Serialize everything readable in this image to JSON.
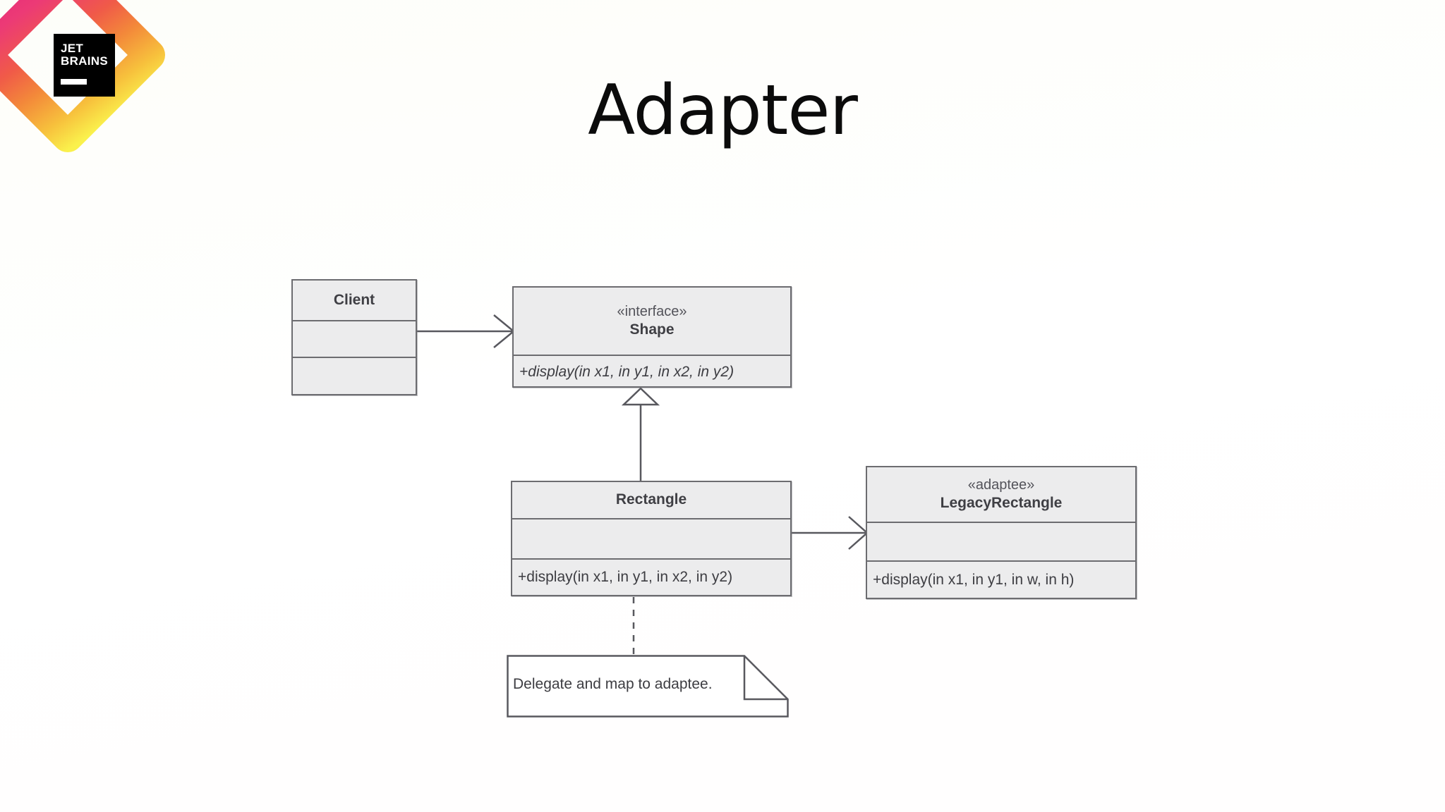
{
  "slide": {
    "title": "Adapter",
    "background_color": "#fffffd"
  },
  "brand": {
    "name": "JetBrains",
    "wordmark_line1": "JET",
    "wordmark_line2": "BRAINS",
    "gradient": {
      "pink": "#EC2D78",
      "magenta": "#E8318A",
      "orange": "#F06A35",
      "amber": "#F6A game",
      "yellow": "#F9F14B"
    }
  },
  "diagram": {
    "type": "uml-class-diagram",
    "classes": [
      {
        "id": "client",
        "name": "Client",
        "stereotype": "",
        "compartments": [
          "Client",
          "",
          ""
        ]
      },
      {
        "id": "shape",
        "name": "Shape",
        "stereotype": "«interface»",
        "operations": [
          "+display(in x1, in y1, in x2, in y2)"
        ]
      },
      {
        "id": "rectangle",
        "name": "Rectangle",
        "stereotype": "",
        "operations": [
          "+display(in x1, in y1, in x2, in y2)"
        ]
      },
      {
        "id": "legacyrectangle",
        "name": "LegacyRectangle",
        "stereotype": "«adaptee»",
        "operations": [
          "+display(in x1, in y1, in w, in h)"
        ]
      }
    ],
    "note": {
      "text": "Delegate and map to adaptee."
    },
    "relations": [
      {
        "from": "client",
        "to": "shape",
        "kind": "association-open-arrow"
      },
      {
        "from": "rectangle",
        "to": "shape",
        "kind": "realization-hollow-triangle"
      },
      {
        "from": "rectangle",
        "to": "legacyrectangle",
        "kind": "association-open-arrow"
      },
      {
        "from": "rectangle",
        "to": "note",
        "kind": "note-anchor-dashed"
      }
    ],
    "colors": {
      "class_fill": "#ececed",
      "class_border": "#6c6c70",
      "note_fill": "#ffffff",
      "line": "#58585e",
      "text": "#3f3f44"
    }
  }
}
